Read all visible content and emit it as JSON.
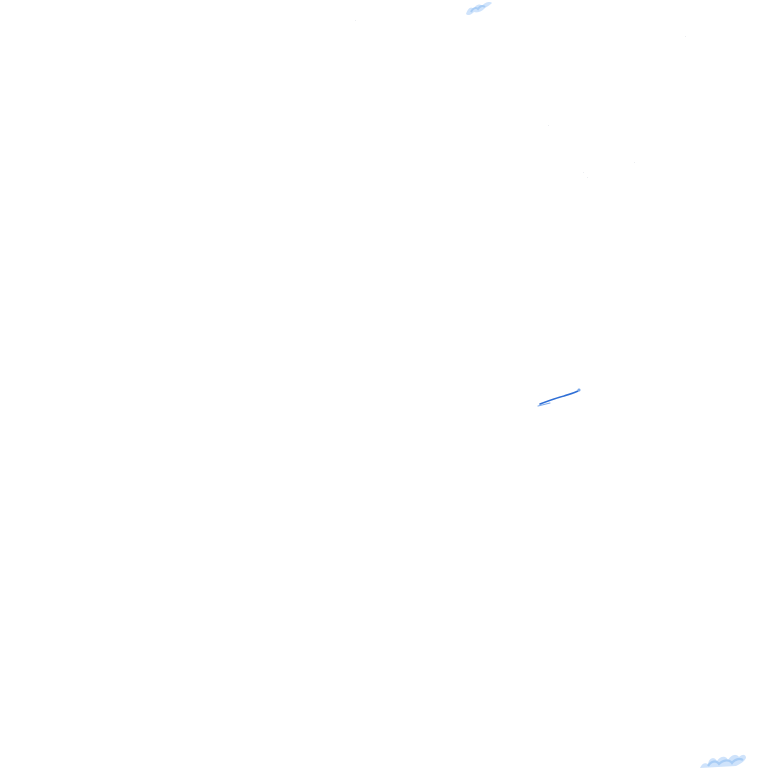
{
  "background_color": "#ffffff",
  "colors": {
    "light_blue": "#a9cdf5",
    "pale_blue": "#cfe3fb",
    "medium_blue": "#2f6fd6",
    "speck_gray": "#d9dde3"
  },
  "elements": [
    {
      "id": "artifact-top",
      "kind": "light-blue-smudge"
    },
    {
      "id": "artifact-middle",
      "kind": "blue-stroke"
    },
    {
      "id": "artifact-bottom-right",
      "kind": "light-blue-smudge"
    },
    {
      "id": "specks",
      "kind": "faint-gray-dots"
    }
  ]
}
